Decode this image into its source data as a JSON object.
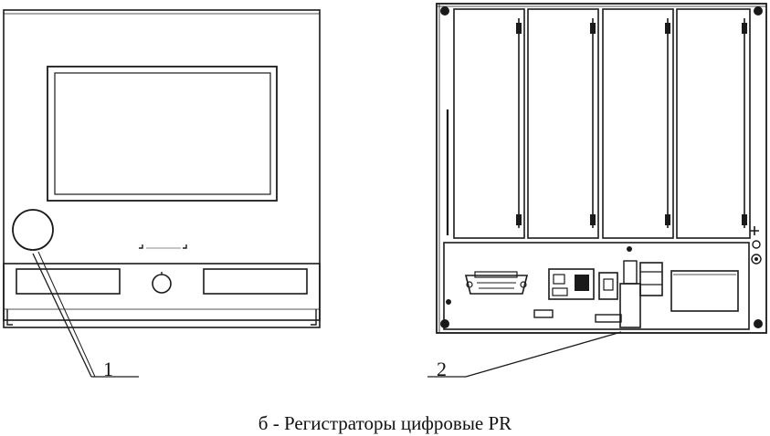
{
  "callouts": [
    {
      "number": "1",
      "target": "front-panel-round-element"
    },
    {
      "number": "2",
      "target": "rear-panel-connector-block"
    }
  ],
  "caption": "б - Регистраторы цифровые PR",
  "colors": {
    "line": "#1a1a1a",
    "background": "#ffffff"
  },
  "views": [
    {
      "name": "front-view",
      "depicts": "display window, round indicator, two slots, central round fastener"
    },
    {
      "name": "rear-view",
      "depicts": "four plug-in modules, connector panel with D-sub connector"
    }
  ]
}
